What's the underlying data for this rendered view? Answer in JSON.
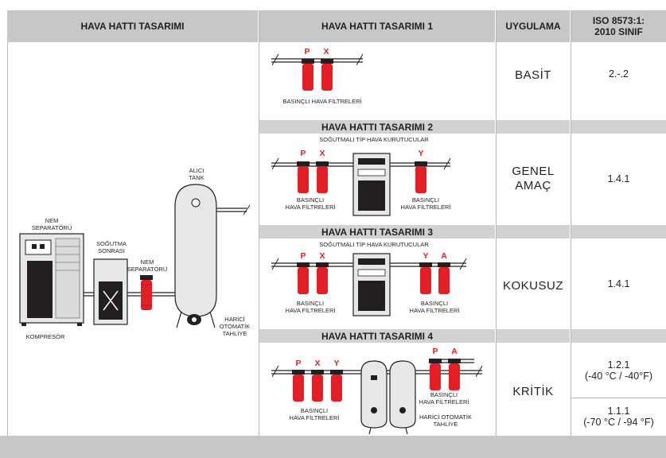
{
  "headers": {
    "design": "HAVA HATTI TASARIMI",
    "line1": "HAVA HATTI TASARIMI 1",
    "application": "UYGULAMA",
    "iso": "ISO 8573:1:\n2010 SINIF"
  },
  "rows": [
    {
      "title": "HAVA HATTI TASARIMI 1",
      "application": "BASİT",
      "iso": [
        "2.-.2"
      ]
    },
    {
      "title": "HAVA HATTI TASARIMI 2",
      "application": "GENEL\nAMAÇ",
      "iso": [
        "1.4.1"
      ]
    },
    {
      "title": "HAVA HATTI TASARIMI 3",
      "application": "KOKUSUZ",
      "iso": [
        "1.4.1"
      ]
    },
    {
      "title": "HAVA HATTI TASARIMI 4",
      "application": "KRİTİK",
      "iso": [
        "1.2.1\n(-40 °C / -40°F)",
        "1.1.1\n(-70 °C / -94 °F)"
      ]
    }
  ],
  "left_labels": {
    "tank": "ALICI\nTANK",
    "moisture_sep_top": "NEM\nSEPARATÖRÜ",
    "aftercooler": "SOĞUTMA\nSONRASI",
    "moisture_sep": "NEM\nSEPARATÖRÜ",
    "drain": "HARİCİ\nOTOMATİK\nTAHLİYE",
    "compressor": "KOMPRESÖR"
  },
  "diagram_labels": {
    "pressure_filters": "BASINÇLI HAVA FİLTRELERİ",
    "pressure_filters_2line": "BASINÇLI\nHAVA FİLTRELERİ",
    "dryer": "SOĞUTMALI TİP HAVA KURUTUCULAR",
    "ext_drain": "HARİCİ OTOMATİK\nTAHLİYE"
  },
  "filter_letters": {
    "p": "P",
    "x": "X",
    "y": "Y",
    "a": "A"
  },
  "colors": {
    "header_bg": "#c6c7c8",
    "filter_red": "#e31e24",
    "grid": "#b8b9ba"
  }
}
